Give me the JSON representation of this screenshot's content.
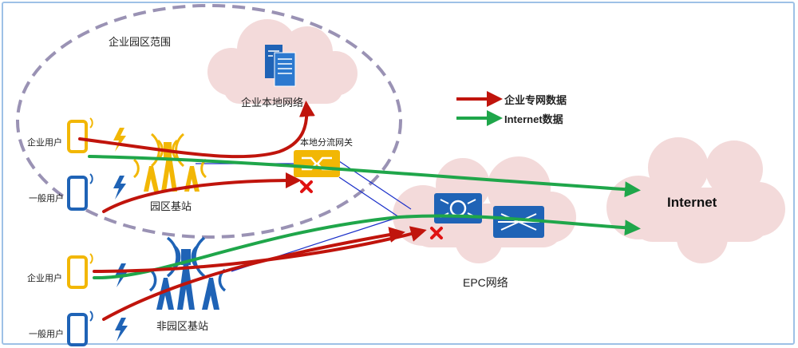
{
  "labels": {
    "campus_scope": "企业园区范围",
    "local_network": "企业本地网络",
    "local_gateway": "本地分流网关",
    "campus_station": "园区基站",
    "non_campus_station": "非园区基站",
    "epc": "EPC网络",
    "internet": "Internet",
    "user_enterprise_1": "企业用户",
    "user_general_1": "一般用户",
    "user_enterprise_2": "企业用户",
    "user_general_2": "一般用户"
  },
  "legend": {
    "enterprise_data": "企业专网数据",
    "internet_data": "Internet数据"
  },
  "colors": {
    "enterprise_path": "#c0140c",
    "internet_path": "#1fa64a",
    "cloud_fill": "#f3dada",
    "campus_dash": "#9a92b4",
    "tower_campus": "#f2b705",
    "tower_non_campus": "#1f63b6",
    "phone_enterprise": "#f2b705",
    "phone_general": "#1f63b6",
    "blue_link": "#1a2fc9",
    "block_mark": "#e01212"
  },
  "icons": [
    "server-icon",
    "gateway-icon",
    "router-icon",
    "switch-icon",
    "tower-icon",
    "phone-icon",
    "signal-icon",
    "cross-icon",
    "cloud-icon"
  ]
}
